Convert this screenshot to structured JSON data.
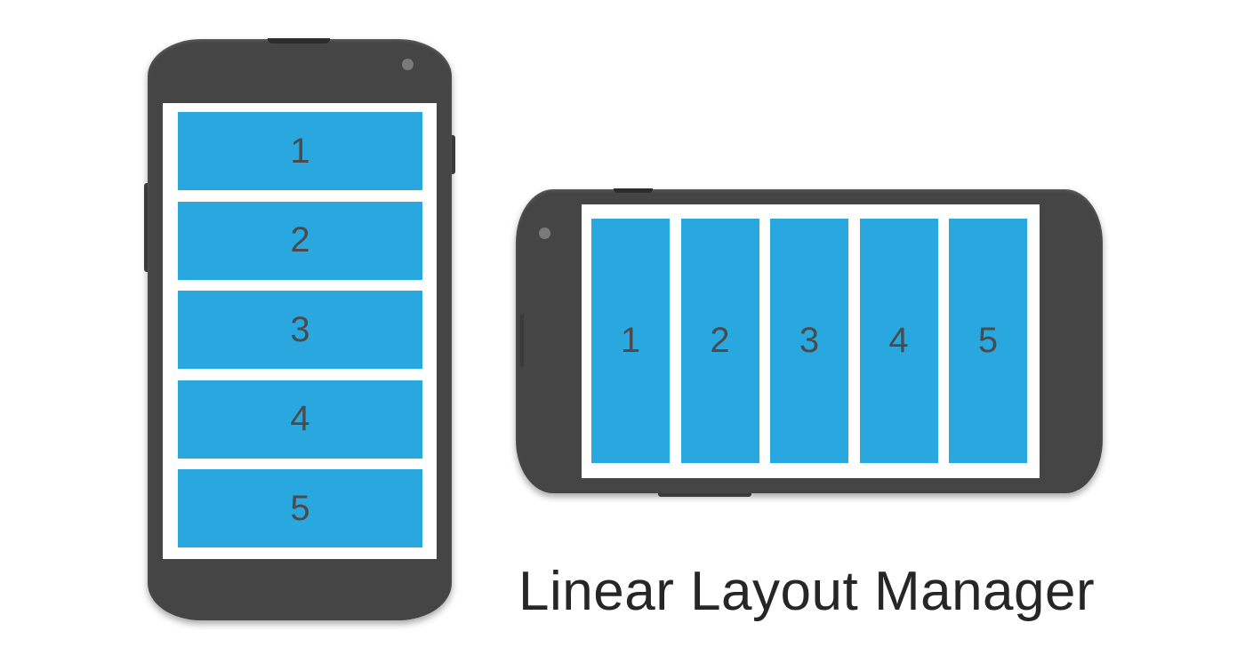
{
  "portrait_items": [
    "1",
    "2",
    "3",
    "4",
    "5"
  ],
  "landscape_items": [
    "1",
    "2",
    "3",
    "4",
    "5"
  ],
  "caption": "Linear Layout Manager",
  "colors": {
    "item": "#29a8e0",
    "phone_body": "#454545",
    "screen": "#ffffff"
  }
}
